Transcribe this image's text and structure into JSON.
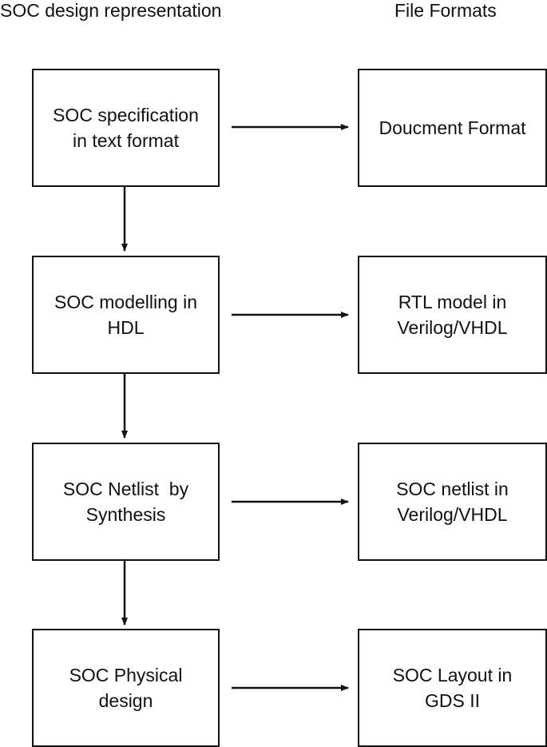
{
  "headings": {
    "left": "SOC design representation",
    "right": "File Formats"
  },
  "flow": [
    {
      "lines": [
        "SOC specification",
        "in text format"
      ],
      "format_lines": [
        "Doucment Format"
      ]
    },
    {
      "lines": [
        "SOC modelling in",
        "HDL"
      ],
      "format_lines": [
        "RTL model in",
        "Verilog/VHDL"
      ]
    },
    {
      "lines": [
        "SOC Netlist  by",
        "Synthesis"
      ],
      "format_lines": [
        "SOC netlist in",
        "Verilog/VHDL"
      ]
    },
    {
      "lines": [
        "SOC Physical",
        "design"
      ],
      "format_lines": [
        "SOC Layout in",
        "GDS II"
      ]
    }
  ]
}
